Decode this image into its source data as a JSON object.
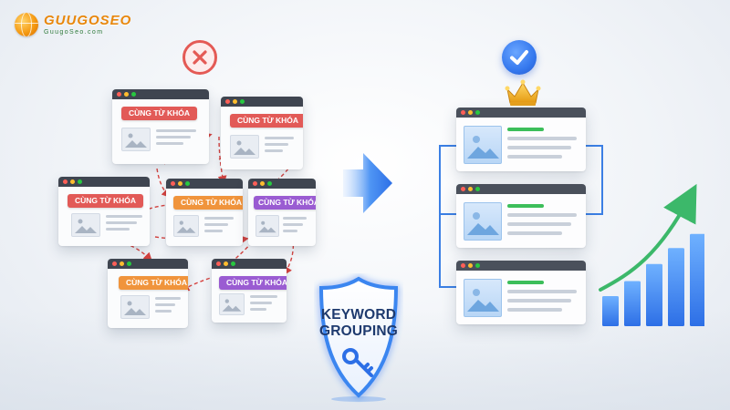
{
  "brand": {
    "name": "GUUGOSEO",
    "sub": "GuugoSeo.com",
    "color": "#e8870c"
  },
  "left_panel": {
    "status_icon": "error-x-icon",
    "status_color": "#e45a55",
    "cards": [
      {
        "label": "CÙNG TỪ KHÓA",
        "tone": "red"
      },
      {
        "label": "CÙNG TỪ KHÓA",
        "tone": "red"
      },
      {
        "label": "CÙNG TỪ KHÓA",
        "tone": "red"
      },
      {
        "label": "CÙNG TỪ KHÓA",
        "tone": "orange"
      },
      {
        "label": "CÙNG TỪ KHÓA",
        "tone": "purple"
      },
      {
        "label": "CÙNG TỪ KHÓA",
        "tone": "orange"
      },
      {
        "label": "CÙNG TỪ KHÓA",
        "tone": "purple"
      }
    ],
    "link_color": "#d9433f"
  },
  "center": {
    "arrow_icon": "right-arrow-icon",
    "shield_icon": "shield-key-icon",
    "shield_lines": [
      "KEYWORD",
      "GROUPING"
    ],
    "shield_color": "#3a86f0"
  },
  "right_panel": {
    "status_icon": "check-badge-icon",
    "crown_icon": "crown-icon",
    "status_color": "#3578ee",
    "pages": 3,
    "growth_icon": "growth-chart-icon",
    "growth_bars": [
      0.3,
      0.45,
      0.62,
      0.78,
      0.92
    ],
    "growth_color": "#3a8cf0",
    "trend_color": "#3cb86a"
  }
}
